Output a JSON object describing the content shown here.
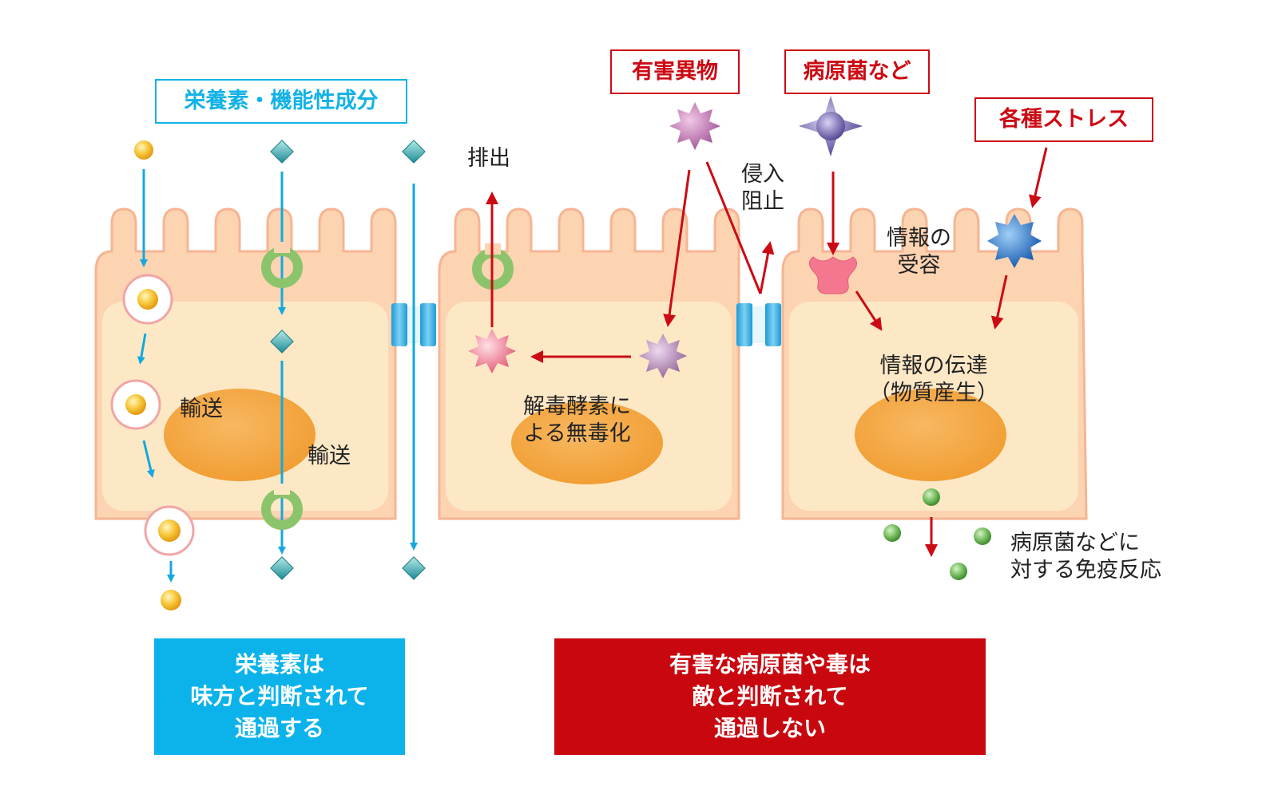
{
  "labels": {
    "nutrients_box": "栄養素・機能性成分",
    "toxin_box": "有害異物",
    "pathogen_box": "病原菌など",
    "stress_box": "各種ストレス",
    "transport_1": "輸送",
    "transport_2": "輸送",
    "excretion": "排出",
    "invasion_block": "侵入\n阻止",
    "receptor": "情報の\n受容",
    "detox": "解毒酵素に\nよる無毒化",
    "signal": "情報の伝達\n（物質産生）",
    "immune": "病原菌などに\n対する免疫反応"
  },
  "panels": {
    "left": "栄養素は\n味方と判断されて\n通過する",
    "right": "有害な病原菌や毒は\n敵と判断されて\n通過しない"
  },
  "icons": {
    "nutrient": "yellow-sphere-icon",
    "functional_component": "teal-diamond-icon",
    "transporter": "green-transporter-icon",
    "toxin": "spiky-virus-icon",
    "receptor": "receptor-icon",
    "immune_substance": "green-sphere-icon",
    "tight_junction": "tight-junction-icon"
  },
  "colors": {
    "cell_fill": "#fdd4b2",
    "cell_inner": "#fde8c6",
    "cell_border": "#f6b493",
    "nucleus": "#f5a742",
    "blue_arrow": "#14a8df",
    "red_arrow": "#cc0a14",
    "blue_panel": "#0bb3ea",
    "red_panel": "#c8070f",
    "junction": "#23a8e0"
  }
}
